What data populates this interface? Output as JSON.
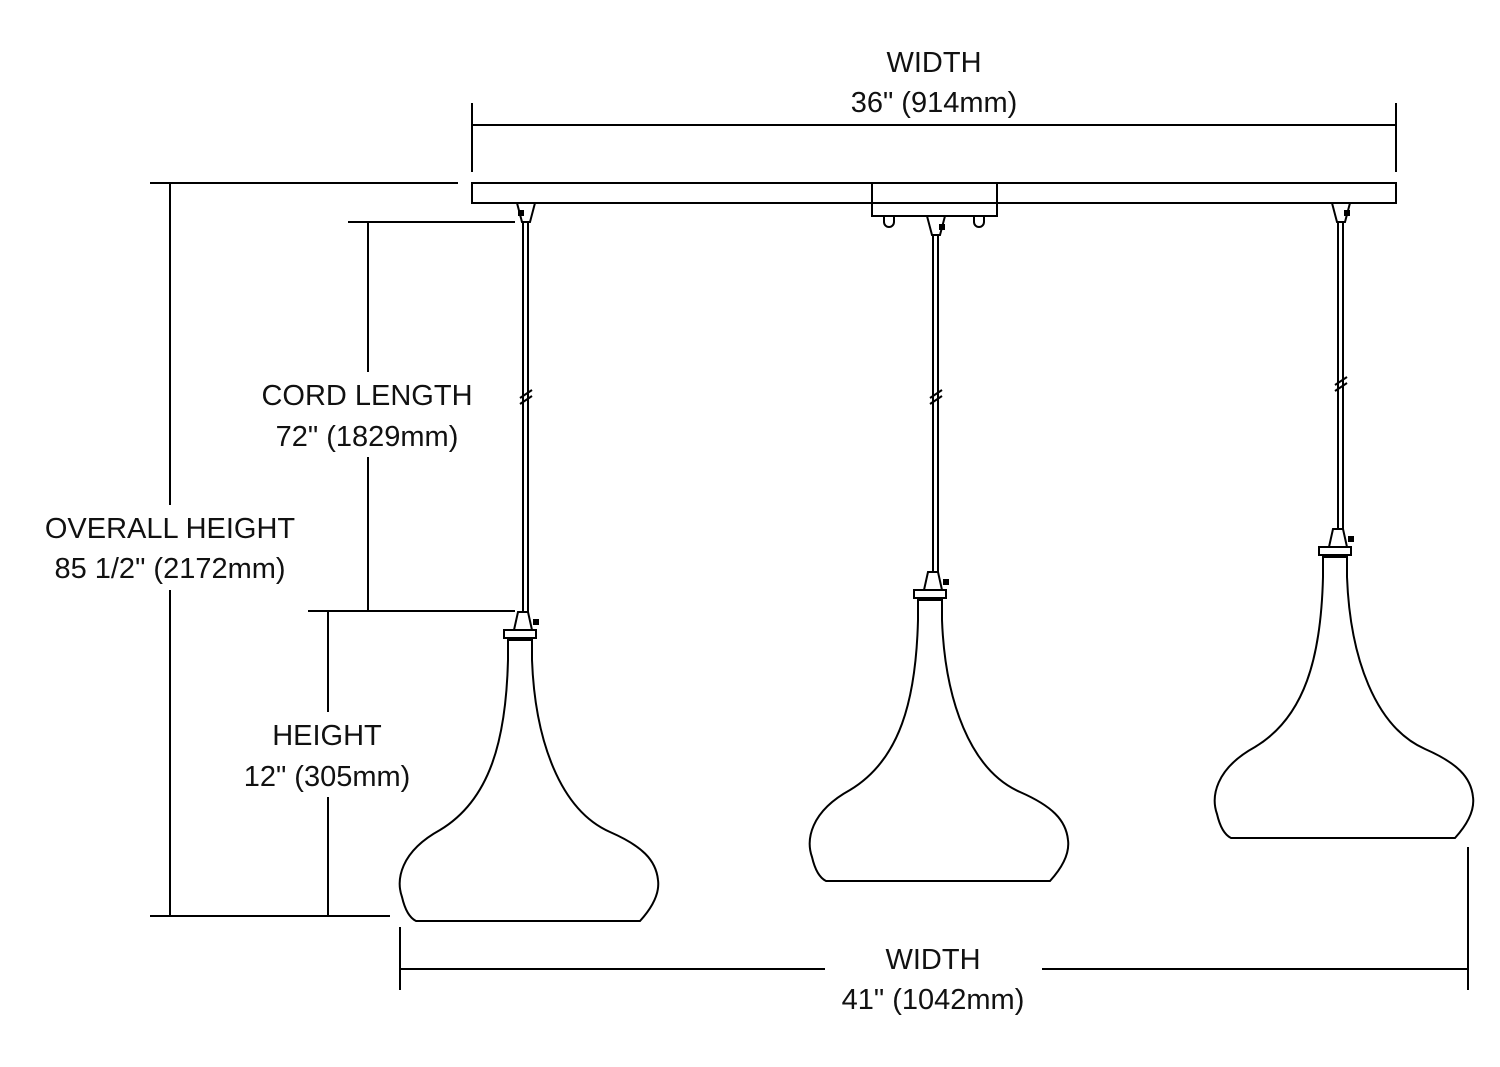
{
  "dimensions": {
    "top_width": {
      "label": "WIDTH",
      "value": "36\" (914mm)"
    },
    "cord_length": {
      "label": "CORD LENGTH",
      "value": "72\" (1829mm)"
    },
    "overall_height": {
      "label": "OVERALL HEIGHT",
      "value": "85 1/2\" (2172mm)"
    },
    "height": {
      "label": "HEIGHT",
      "value": "12\" (305mm)"
    },
    "bottom_width": {
      "label": "WIDTH",
      "value": "41\" (1042mm)"
    }
  },
  "colors": {
    "line": "#000000",
    "background": "#ffffff"
  }
}
